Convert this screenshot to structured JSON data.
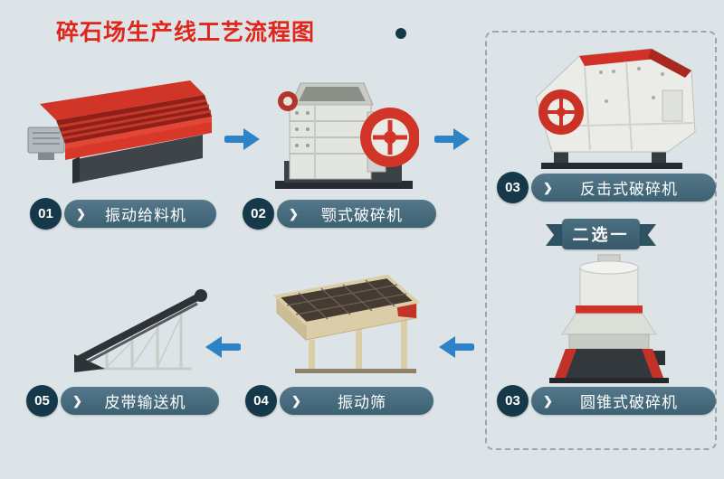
{
  "title": {
    "text": "碎石场生产线工艺流程图"
  },
  "steps": [
    {
      "number": "01",
      "label": "振动给料机",
      "machine": "vibrating-feeder"
    },
    {
      "number": "02",
      "label": "颚式破碎机",
      "machine": "jaw-crusher"
    },
    {
      "number": "03",
      "label": "反击式破碎机",
      "machine": "impact-crusher"
    },
    {
      "number": "03",
      "label": "圆锥式破碎机",
      "machine": "cone-crusher"
    },
    {
      "number": "04",
      "label": "振动筛",
      "machine": "vibrating-screen"
    },
    {
      "number": "05",
      "label": "皮带输送机",
      "machine": "belt-conveyor"
    }
  ],
  "choice_banner": {
    "text": "二选一"
  },
  "icons": {
    "chevron": "❯"
  },
  "colors": {
    "background": "#dde4e8",
    "title_red": "#e0251b",
    "label_bar": "#3c6172",
    "number_circle": "#16394a",
    "arrow_blue": "#2e82c6",
    "machine_red": "#cf3227",
    "dashed_border": "#9aa7ad"
  }
}
